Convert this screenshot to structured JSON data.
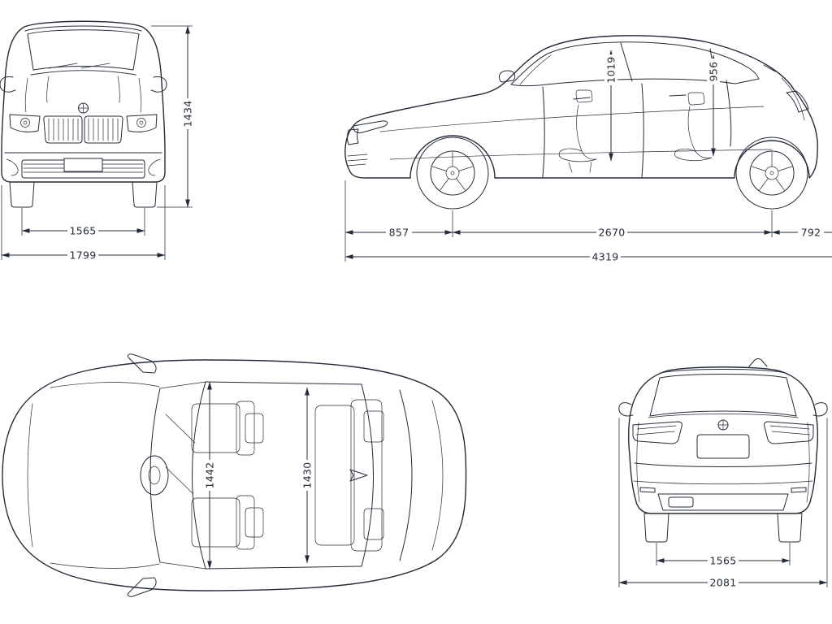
{
  "colors": {
    "line": "#242b38",
    "background": "#ffffff"
  },
  "diagram": {
    "kind": "four-view car dimension blueprint"
  },
  "views": {
    "front": {
      "dims": {
        "overall_height": "1434",
        "front_track": "1565",
        "overall_width": "1799"
      }
    },
    "side": {
      "dims": {
        "front_headroom": "1019",
        "rear_headroom": "956",
        "front_overhang": "857",
        "wheelbase": "2670",
        "rear_overhang": "792",
        "overall_length": "4319"
      }
    },
    "top": {
      "dims": {
        "front_interior_width": "1442",
        "rear_interior_width": "1430"
      }
    },
    "rear": {
      "dims": {
        "rear_track": "1565",
        "width_incl_mirrors": "2081"
      }
    }
  }
}
